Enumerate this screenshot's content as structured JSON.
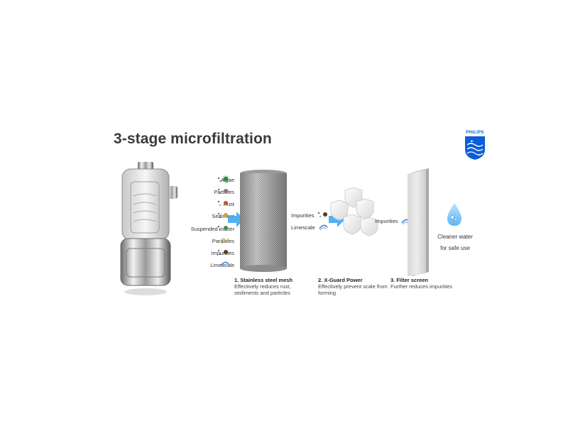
{
  "title": "3-stage microfiltration",
  "brand": {
    "name": "PHILIPS",
    "color": "#0b5ed7"
  },
  "contaminants": [
    {
      "label": "Algae",
      "color": "#2d8a3a",
      "icon": "algae-icon"
    },
    {
      "label": "Particles",
      "color": "#8a7a70",
      "icon": "particles-icon"
    },
    {
      "label": "Rust",
      "color": "#b65a2a",
      "icon": "rust-icon"
    },
    {
      "label": "Sediment",
      "color": "#c9a33a",
      "icon": "sediment-icon"
    },
    {
      "label": "Suspended matter",
      "color": "#3f8f4a",
      "icon": "suspended-matter-icon"
    },
    {
      "label": "Parasites",
      "color": "#c79a2c",
      "icon": "parasites-icon"
    },
    {
      "label": "Impurities",
      "color": "#5a3a2a",
      "icon": "impurities-icon"
    },
    {
      "label": "Limescale",
      "color": "#3a7fd0",
      "icon": "limescale-icon"
    }
  ],
  "stage2_inputs": [
    {
      "label": "Impurities",
      "icon": "impurities-icon"
    },
    {
      "label": "Limescale",
      "icon": "limescale-icon"
    }
  ],
  "stage3_inputs": [
    {
      "label": "Impurities",
      "icon": "limescale-icon"
    }
  ],
  "stages": [
    {
      "title": "1. Stainless steel mesh",
      "description": "Effectively reduces rust, sediments and particles"
    },
    {
      "title": "2. X-Guard Power",
      "description": "Effectively prevent scale from forming"
    },
    {
      "title": "3. Filter screen",
      "description": "Further reduces impurities"
    }
  ],
  "result": {
    "line1": "Cleaner water",
    "line2": "for safe use"
  },
  "colors": {
    "arrow": "#3ea9f0",
    "title": "#3a3a3a"
  }
}
